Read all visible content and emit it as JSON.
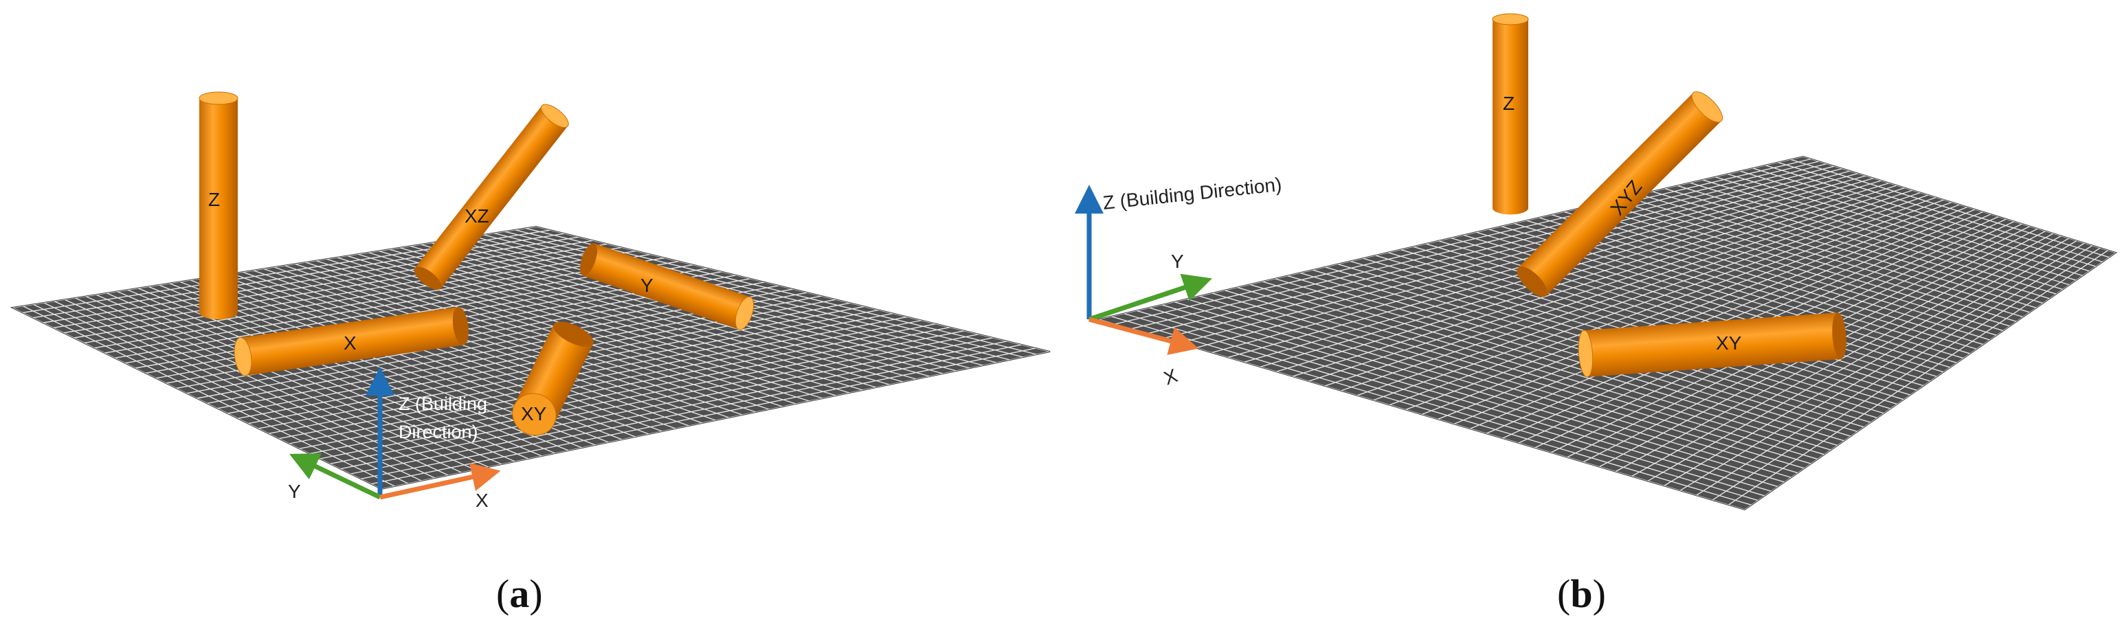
{
  "panels": [
    {
      "id": "a",
      "caption": "(a)",
      "caption_letter": "a",
      "cylinders": [
        "Z",
        "XZ",
        "Y",
        "X",
        "XY"
      ],
      "axes": {
        "z_label_line1": "Z (Building",
        "z_label_line2": "Direction)",
        "y_label": "Y",
        "x_label": "X"
      }
    },
    {
      "id": "b",
      "caption": "(b)",
      "caption_letter": "b",
      "cylinders": [
        "Z",
        "XYZ",
        "XY"
      ],
      "axes": {
        "z_label": "Z (Building Direction)",
        "y_label": "Y",
        "x_label": "X"
      }
    }
  ],
  "colors": {
    "cylinder": "#f08800",
    "cylinder_dark": "#b85f00",
    "cylinder_light": "#ffae3a",
    "grid_bg": "#4f4f4f",
    "grid_line": "#e8e8e8",
    "axis_z": "#1f6fb8",
    "axis_y": "#4aa02a",
    "axis_x": "#ee7a35"
  }
}
